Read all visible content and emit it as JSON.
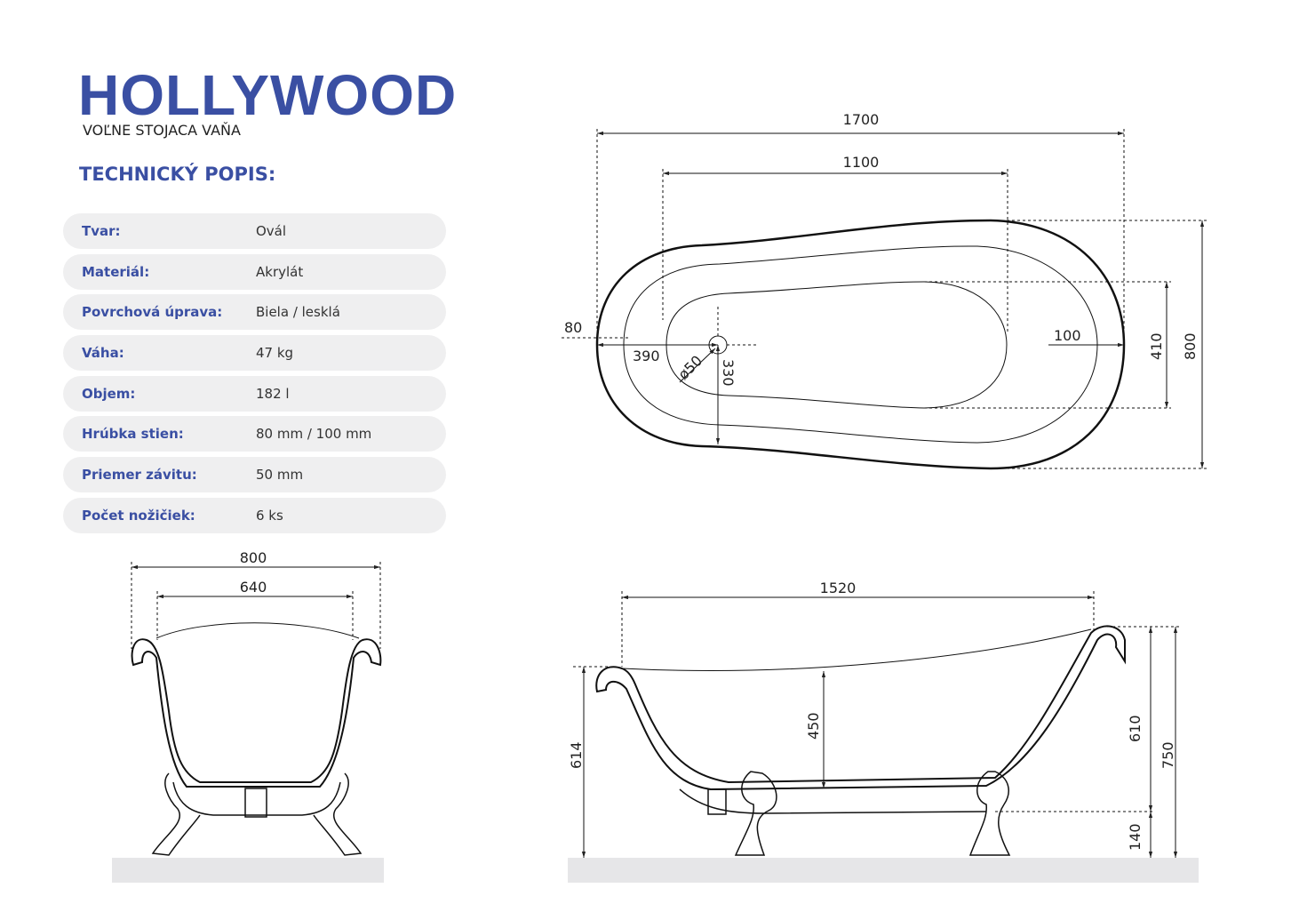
{
  "header": {
    "title": "HOLLYWOOD",
    "subtitle": "VOĽNE STOJACA VAŇA",
    "section": "TECHNICKÝ POPIS:"
  },
  "specs": [
    {
      "label": "Tvar:",
      "value": "Ovál"
    },
    {
      "label": "Materiál:",
      "value": "Akrylát"
    },
    {
      "label": "Povrchová úprava:",
      "value": "Biela / lesklá"
    },
    {
      "label": "Váha:",
      "value": "47 kg"
    },
    {
      "label": "Objem:",
      "value": "182 l"
    },
    {
      "label": "Hrúbka stien:",
      "value": "80 mm / 100 mm"
    },
    {
      "label": "Priemer závitu:",
      "value": "50 mm"
    },
    {
      "label": "Počet nožičiek:",
      "value": "6 ks"
    }
  ],
  "top_view": {
    "length": "1700",
    "inner_length": "1100",
    "wall_left": "80",
    "drain_offset": "390",
    "drain_diameter": "ø50",
    "drain_depth": "330",
    "wall_right": "100",
    "inner_width": "410",
    "width": "800"
  },
  "end_view": {
    "width": "800",
    "inner_width": "640"
  },
  "side_view": {
    "length": "1520",
    "depth": "450",
    "low_height": "614",
    "rim_height": "610",
    "height": "750",
    "leg_height": "140"
  },
  "colors": {
    "accent": "#3a4fa3",
    "row_bg": "#efeff0",
    "floor": "#e6e6e8"
  }
}
